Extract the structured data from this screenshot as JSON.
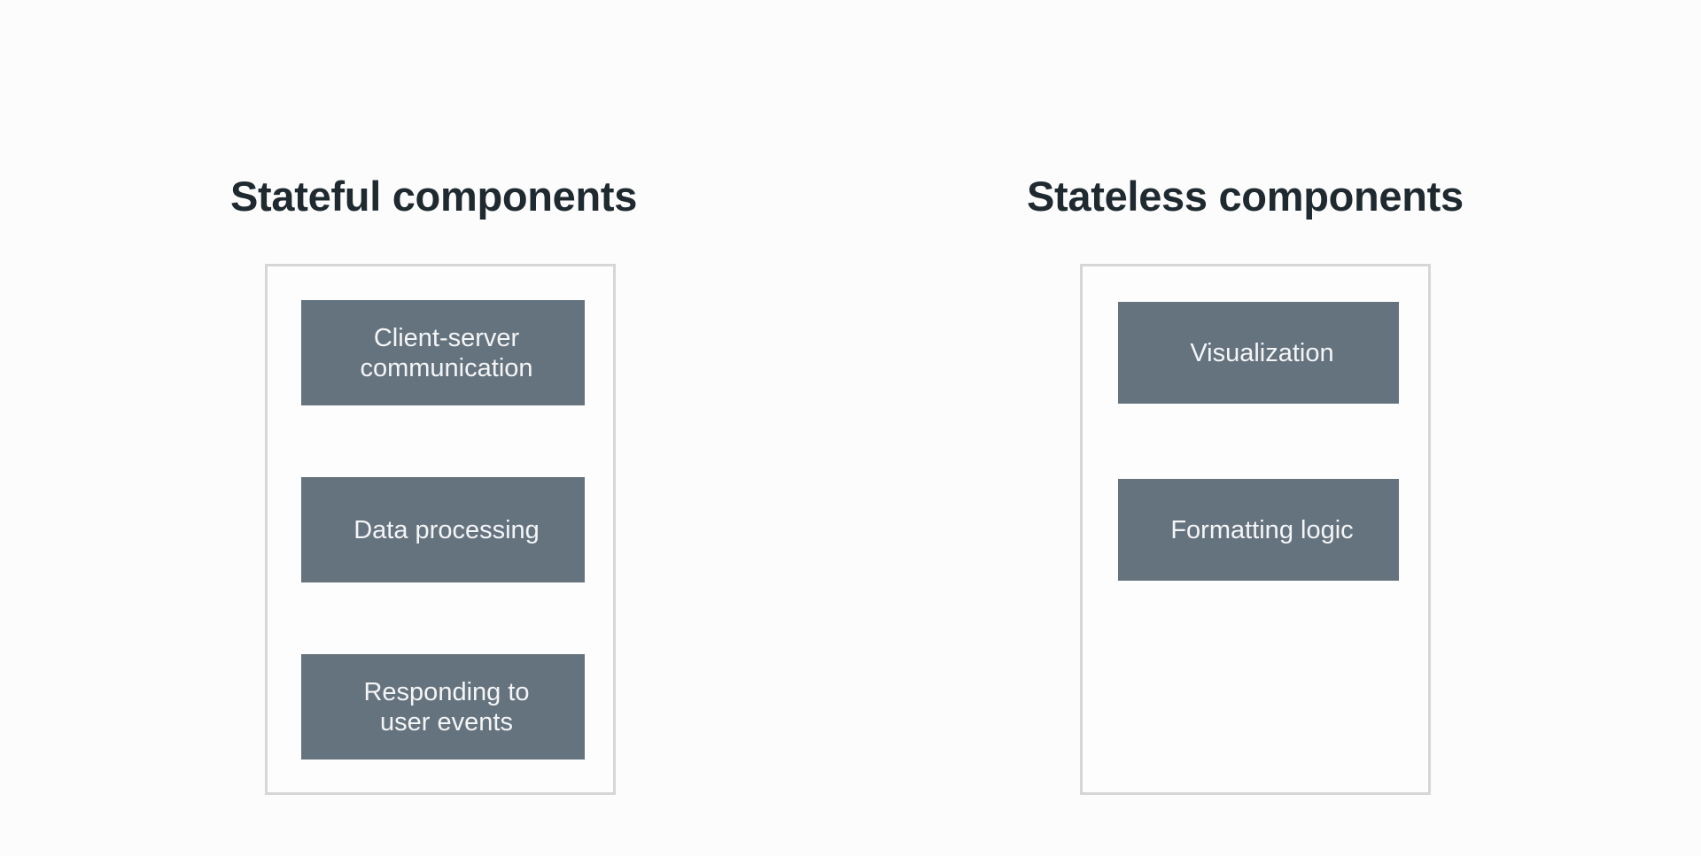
{
  "stateful": {
    "title": "Stateful components",
    "items": [
      "Client-server\ncommunication",
      "Data processing",
      "Responding to\nuser events"
    ]
  },
  "stateless": {
    "title": "Stateless components",
    "items": [
      "Visualization",
      "Formatting logic"
    ]
  }
}
